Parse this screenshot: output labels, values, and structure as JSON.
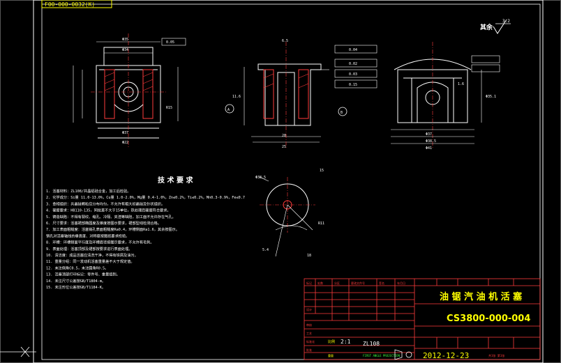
{
  "corner_label": "F00-000-0032(K)",
  "roughness": {
    "text": "其余",
    "value": "3.2"
  },
  "drawing_labels": {
    "d": "Φ35",
    "hole": "Φ22",
    "d2": "Φ34",
    "d3": "Φ37",
    "r1": "R15",
    "d4": "Φ38.5",
    "w1": "15",
    "w2": "25",
    "r2": "R11",
    "w3": "28",
    "w4": "18",
    "ang": "5.4",
    "l1": "1.6",
    "l2": "11.6",
    "l3": "6.5",
    "d5": "Φ37",
    "d6": "Φ38.5",
    "d7": "Φ41",
    "d8": "Φ35.1",
    "tol_1": "0.05",
    "tol_2": "0.04",
    "tol_3": "0.02",
    "tol_4": "0.15",
    "tol_5": "0.03",
    "sec_a": "A",
    "sec_b": "B"
  },
  "requirements": {
    "title": "技 术 要 求",
    "items": [
      "1. 活塞材料：ZL108/共晶铝硅合金，加工后检验。",
      "2. 化学成分：Si量 11.0-13.0%，Cu量 1.0-2.0%，Mg量 0.4-1.0%，Zn≤0.2%，Ti≤0.2%，Mn0.3-0.9%，Fe≤0.7",
      "3. 金相组织：共晶硅颗粒应分布均匀，不允许有粗大初晶硅及针状组织。",
      "4. 硬度要求：HB110-135，同批差不大于15单位，热处理后硬度符合要求。",
      "5. 铸造缺陷：不得有裂纹、缩孔、冷隔、夹渣等缺陷，加工面不允许存在气孔。",
      "6. 尺寸要求：活塞裙部椭圆度及锥度按图示要求，裙部型线检测合格。",
      "7. 加工表面粗糙度：活塞销孔表面粗糙度Ra0.4，环槽侧面Ra1.6，其余按图示。",
      "   销孔对活塞轴线的垂直度、对称度按图纸要求检验。",
      "8. 环槽：环槽侧面平行度及环槽底径按图示要求，不允许有毛刺。",
      "9. 表面处理：活塞顶部及裙部按要求进行表面处理。",
      "10. 清洁度：成品活塞应清洗干净，不得有铁屑及油污。",
      "11. 重量分组：同一发动机活塞重量差不大于规定值。",
      "12. 未注倒角C0.5，未注圆角R0.5。",
      "13. 活塞顶部打印标记：零件号、重量组别。",
      "14. 未注尺寸公差按GB/T1804-m。",
      "15. 未注形位公差按GB/T1184-K。"
    ]
  },
  "title_block": {
    "part_name": "油 锯 汽 油 机 活 塞",
    "drawing_no": "CS3800-000-004",
    "material": "ZL108",
    "scale": "2:1",
    "date": "2012-12-23",
    "headers": [
      "标记",
      "处数",
      "分区",
      "更改文件号",
      "签名",
      "年月日"
    ],
    "designed": "设计",
    "checked": "审核",
    "approved": "批准",
    "standardized": "标准化",
    "process": "工艺",
    "weight_label": "重量",
    "scale_label": "比例",
    "sheet": "共1张 第1张",
    "projection": "FIRST ANGLE PROJECTION"
  },
  "crosshair": "X"
}
